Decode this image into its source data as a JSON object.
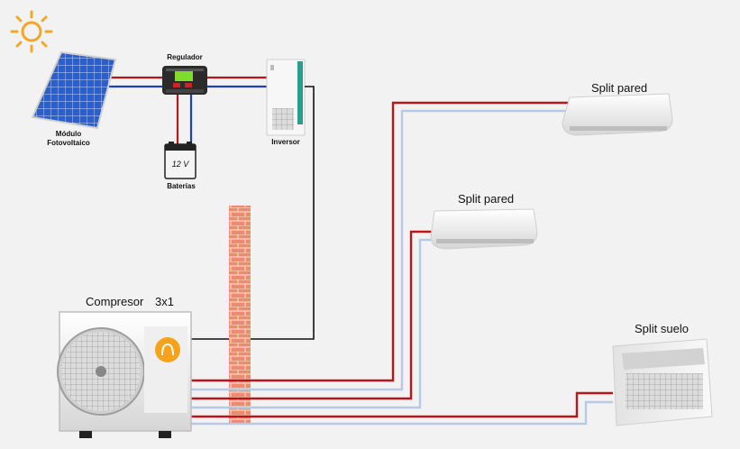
{
  "labels": {
    "regulator": "Regulador",
    "pv_module_line1": "Módulo",
    "pv_module_line2": "Fotovoltaico",
    "batteries": "Baterías",
    "inverter": "Inversor",
    "compressor": "Compresor",
    "compressor_model": "3x1",
    "split_wall_top": "Split pared",
    "split_wall_middle": "Split pared",
    "split_floor": "Split suelo",
    "battery_voltage": "12 V"
  },
  "colors": {
    "background": "#f2f2f2",
    "wire_red": "#b8161b",
    "wire_light_blue": "#b7c9e6",
    "wire_blue": "#1f3fb5",
    "wire_black": "#111111",
    "sun": "#f5a623",
    "brick": "#e8866b",
    "compressor_badge": "#f7a21b"
  }
}
